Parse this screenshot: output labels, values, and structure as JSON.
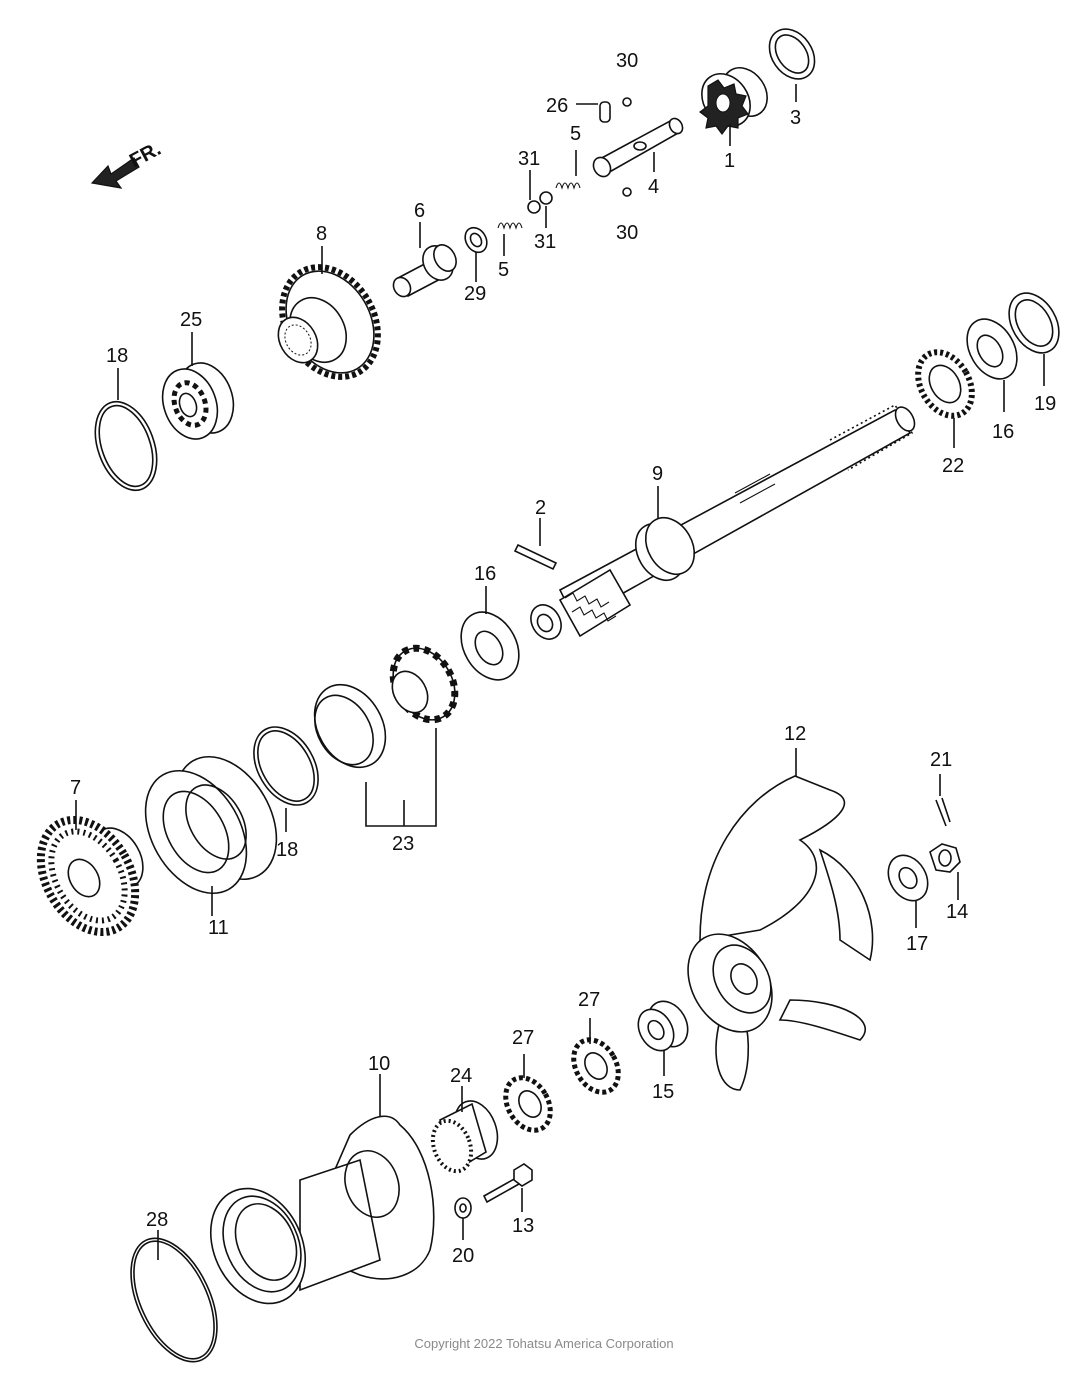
{
  "diagram": {
    "front_marker": "FR.",
    "part_numbers": [
      "30",
      "26",
      "5",
      "31",
      "3",
      "1",
      "4",
      "31",
      "30",
      "6",
      "8",
      "29",
      "5",
      "25",
      "18",
      "19",
      "16",
      "22",
      "9",
      "2",
      "16",
      "12",
      "7",
      "18",
      "23",
      "11",
      "21",
      "14",
      "17",
      "27",
      "27",
      "15",
      "10",
      "24",
      "13",
      "20",
      "28"
    ],
    "copyright": "Copyright 2022 Tohatsu America Corporation"
  }
}
